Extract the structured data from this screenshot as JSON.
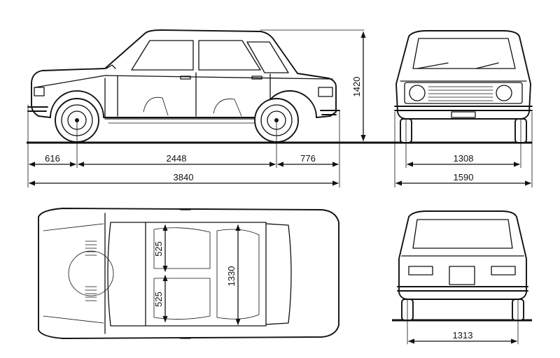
{
  "dimensions": {
    "front_overhang": "616",
    "wheelbase": "2448",
    "rear_overhang": "776",
    "overall_length": "3840",
    "height": "1420",
    "front_track": "1308",
    "overall_width": "1590",
    "front_seat_depth": "525",
    "rear_seat_depth": "525",
    "interior_width": "1330",
    "rear_track": "1313"
  }
}
